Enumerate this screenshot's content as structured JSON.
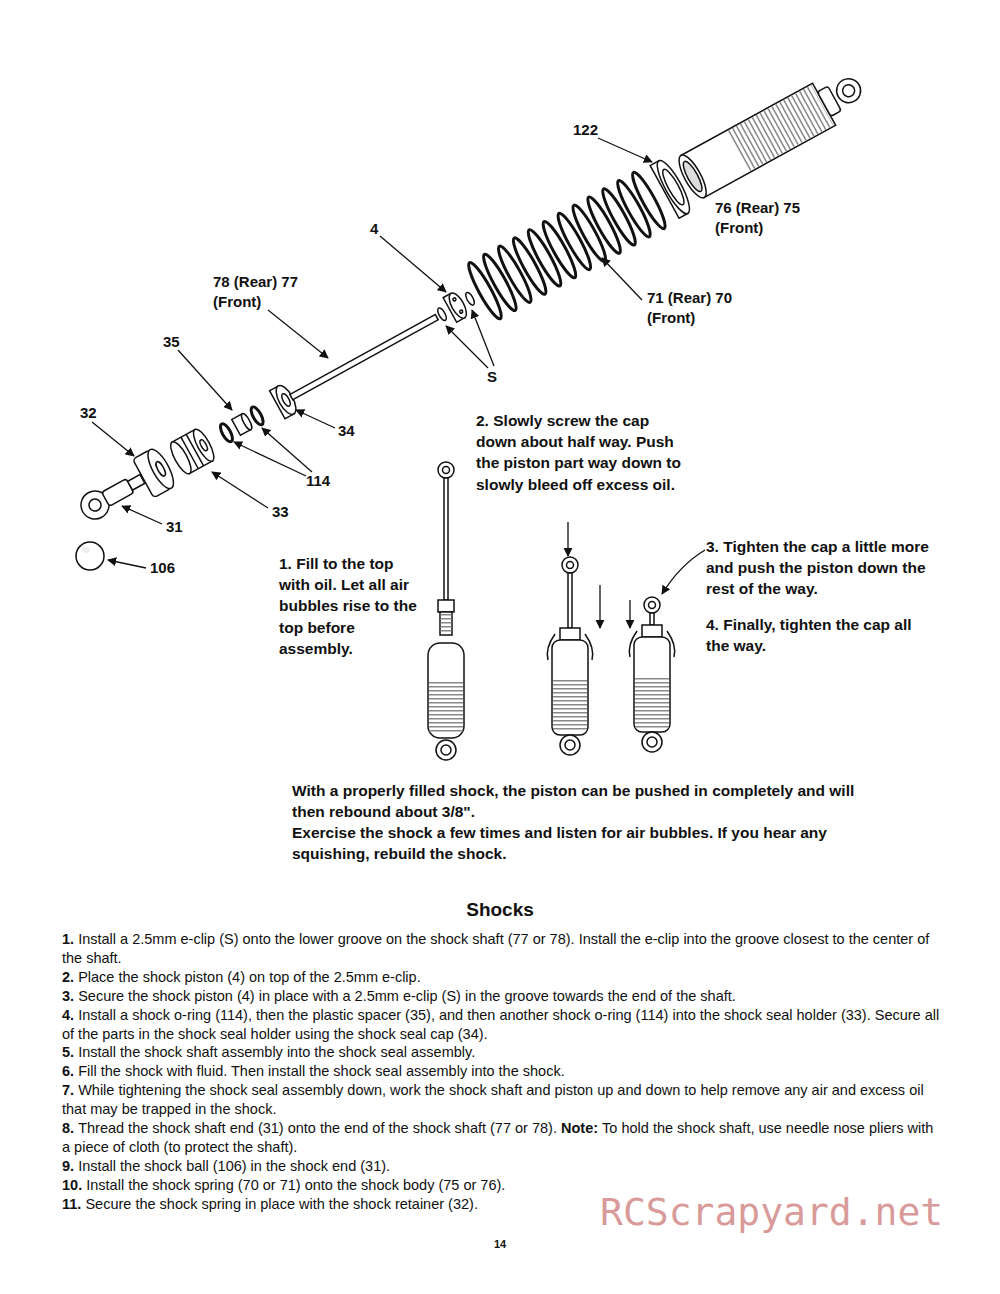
{
  "diagram": {
    "title": "Shocks",
    "labels": [
      "122",
      "76 (Rear) 75 (Front)",
      "4",
      "78 (Rear) 77 (Front)",
      "71 (Rear) 70 (Front)",
      "35",
      "S",
      "32",
      "34",
      "114",
      "31",
      "33",
      "106",
      "1. Fill to the top with oil. Let all air bubbles rise to the top before assembly.",
      "2. Slowly screw the cap down about half way. Push the piston part way down to slowly bleed off excess oil.",
      "3. Tighten the cap a little more and push the piston down the rest of the way.",
      "4. Finally, tighten the cap all the way.",
      "With a properly filled shock, the piston can be pushed in completely and will then rebound about 3/8\".",
      "Exercise the shock a few times and listen for air bubbles. If you hear any squishing, rebuild the shock.",
      "1.",
      "Install a 2.5mm e-clip (S) onto the lower groove on the shock shaft (77 or 78). Install the e-clip into the groove closest to the center of the shaft.",
      "2.",
      "Place the shock piston (4) on top of the 2.5mm e-clip.",
      "3.",
      "Secure the shock piston (4) in place with a 2.5mm e-clip (S) in the groove towards the end of the shaft.",
      "4.",
      "Install a shock o-ring (114), then the plastic spacer (35), and then another shock o-ring (114) into the shock seal holder (33). Secure all of the parts in the shock seal holder using the shock seal cap (34).",
      "5.",
      "Install the shock shaft assembly into the shock seal assembly.",
      "6.",
      "Fill the shock with fluid. Then install the shock seal assembly into the shock.",
      "7.",
      "While tightening the shock seal assembly down, work the shock shaft and piston up and down to help remove any air and excess oil that may be trapped in the shock.",
      "8.",
      "Thread the shock shaft end (31) onto the end of the shock shaft (77 or 78).",
      "Note:",
      "To hold the shock shaft, use needle nose pliers with a piece of cloth (to protect the shaft).",
      "9.",
      "Install the shock ball (106) in the shock end (31).",
      "10.",
      "Install the shock spring (70 or 71) onto the shock body (75 or 76).",
      "11.",
      "Secure the shock spring in place with the shock retainer (32).",
      "14",
      "RCScrapyard.net"
    ]
  }
}
